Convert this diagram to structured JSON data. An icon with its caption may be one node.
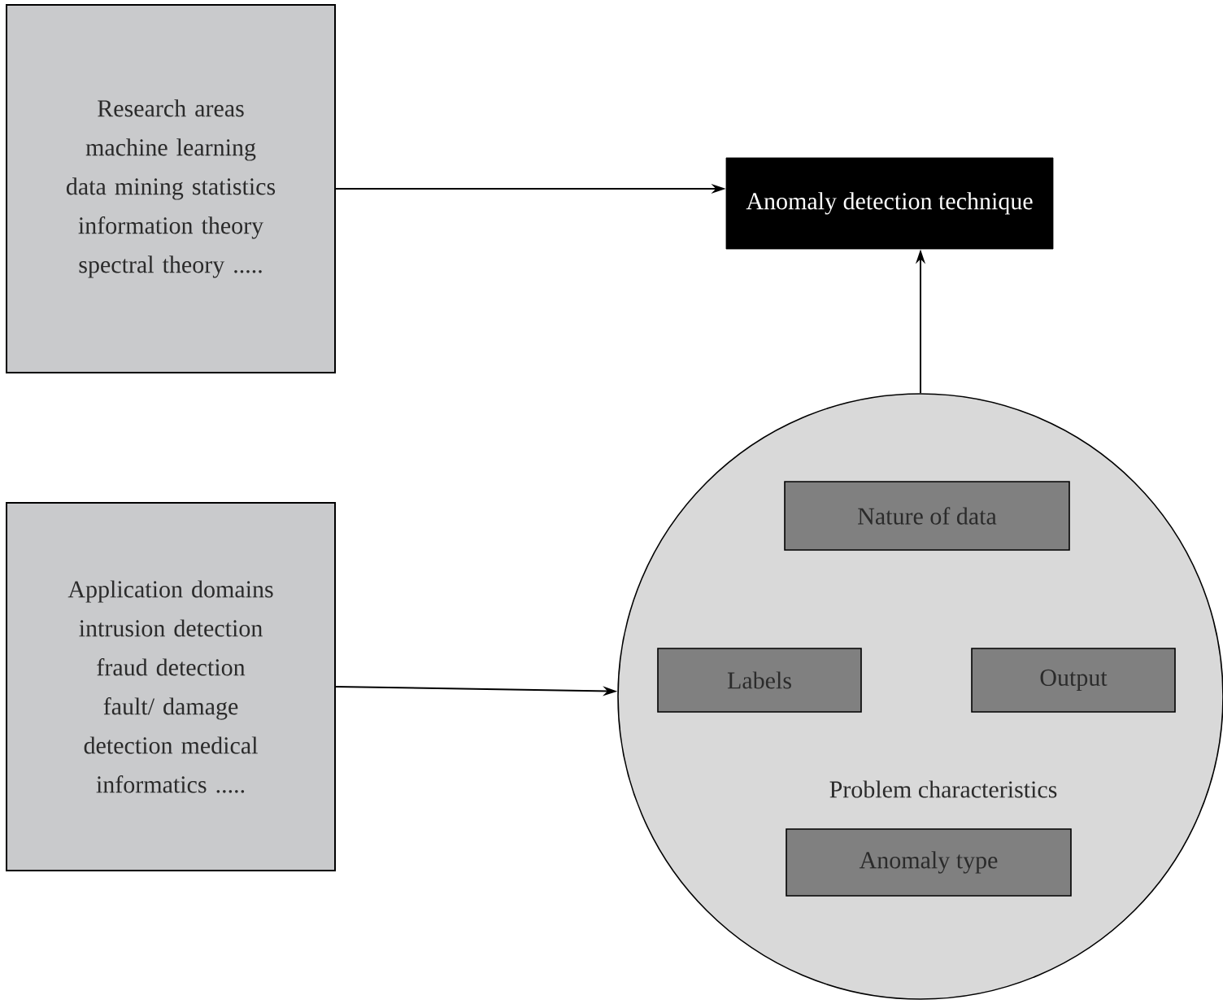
{
  "diagram": {
    "nodes": [
      {
        "text": [
          "Research areas machine learning data mining statistics information theory spectral theory ....."
        ]
      },
      {
        "text": [
          "Anomaly detection technique"
        ]
      },
      {
        "text": [
          "Application domains intrusion detection fraud detection fault/ damage detection medical informatics ....."
        ]
      },
      {
        "text": [
          "Problem characteristics"
        ]
      },
      {
        "text": [
          "Nature of data"
        ],
        "in": 3
      },
      {
        "text": [
          "Labels"
        ],
        "in": 3
      },
      {
        "text": [
          "Output"
        ],
        "in": 3
      },
      {
        "text": [
          "Anomaly type"
        ],
        "in": 3
      }
    ],
    "edges": [
      {
        "from": 0,
        "to": 1,
        "arrow": "to"
      },
      {
        "from": 2,
        "to": 3,
        "arrow": "to"
      },
      {
        "from": 3,
        "to": 1,
        "arrow": "to"
      }
    ]
  }
}
